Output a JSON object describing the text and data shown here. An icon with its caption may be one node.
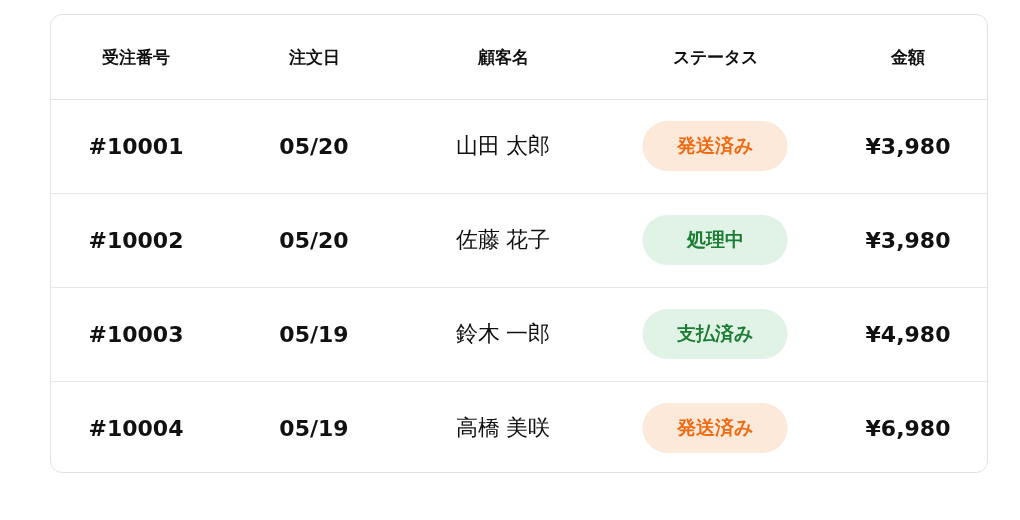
{
  "diagram": {
    "labels": [
      "受注番号",
      "注文日",
      "顧客名",
      "ステータス",
      "金額",
      "#10001",
      "05/20",
      "山田 太郎",
      "発送済み",
      "¥3,980",
      "#10002",
      "05/20",
      "佐藤 花子",
      "処理中",
      "¥3,980",
      "#10003",
      "05/19",
      "鈴木 一郎",
      "支払済み",
      "¥4,980",
      "#10004",
      "05/19",
      "高橋 美咲",
      "発送済み",
      "¥6,980"
    ]
  }
}
